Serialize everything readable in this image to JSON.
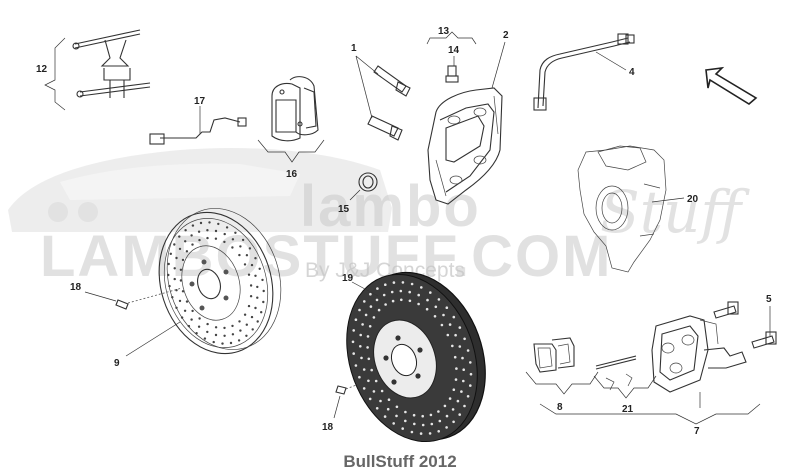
{
  "watermark": {
    "logo_text_left": "lambo",
    "logo_text_right": "Stuff",
    "site": "LAMBOSTUFF.COM",
    "tagline": "By J&J Concepts"
  },
  "footer": {
    "credit": "BullStuff 2012"
  },
  "callouts": {
    "n1": "1",
    "n2": "2",
    "n4": "4",
    "n5": "5",
    "n7": "7",
    "n8": "8",
    "n9": "9",
    "n12": "12",
    "n13": "13",
    "n14": "14",
    "n15": "15",
    "n16": "16",
    "n17": "17",
    "n18a": "18",
    "n18b": "18",
    "n19": "19",
    "n20": "20",
    "n21": "21"
  },
  "icons": {
    "direction": "direction-arrow-icon"
  },
  "colors": {
    "line": "#333333",
    "watermark": "#c9c9c9",
    "disc_dark": "#2e2e2e",
    "footer": "#666666"
  }
}
